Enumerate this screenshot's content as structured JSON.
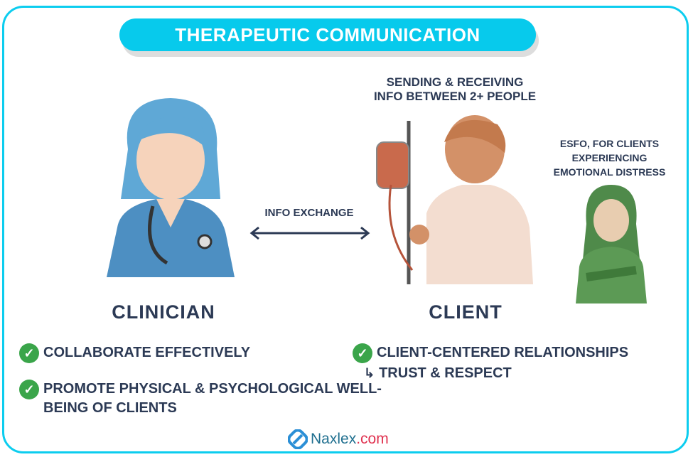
{
  "title": "THERAPEUTIC COMMUNICATION",
  "clinician": {
    "label": "CLINICIAN",
    "points": [
      "COLLABORATE EFFECTIVELY",
      "PROMOTE PHYSICAL & PSYCHOLOGICAL WELL-BEING OF CLIENTS"
    ]
  },
  "exchange": {
    "label": "INFO EXCHANGE"
  },
  "client": {
    "label": "CLIENT",
    "caption_1": "SENDING & RECEIVING",
    "caption_2": "INFO BETWEEN 2+ PEOPLE",
    "points": [
      "CLIENT-CENTERED RELATIONSHIPS"
    ],
    "sub_point": "TRUST & RESPECT"
  },
  "esfo": {
    "line_1": "ESFO, FOR CLIENTS",
    "line_2": "EXPERIENCING",
    "line_3": "EMOTIONAL DISTRESS"
  },
  "brand": {
    "name": "Naxlex",
    "suffix": ".com"
  }
}
